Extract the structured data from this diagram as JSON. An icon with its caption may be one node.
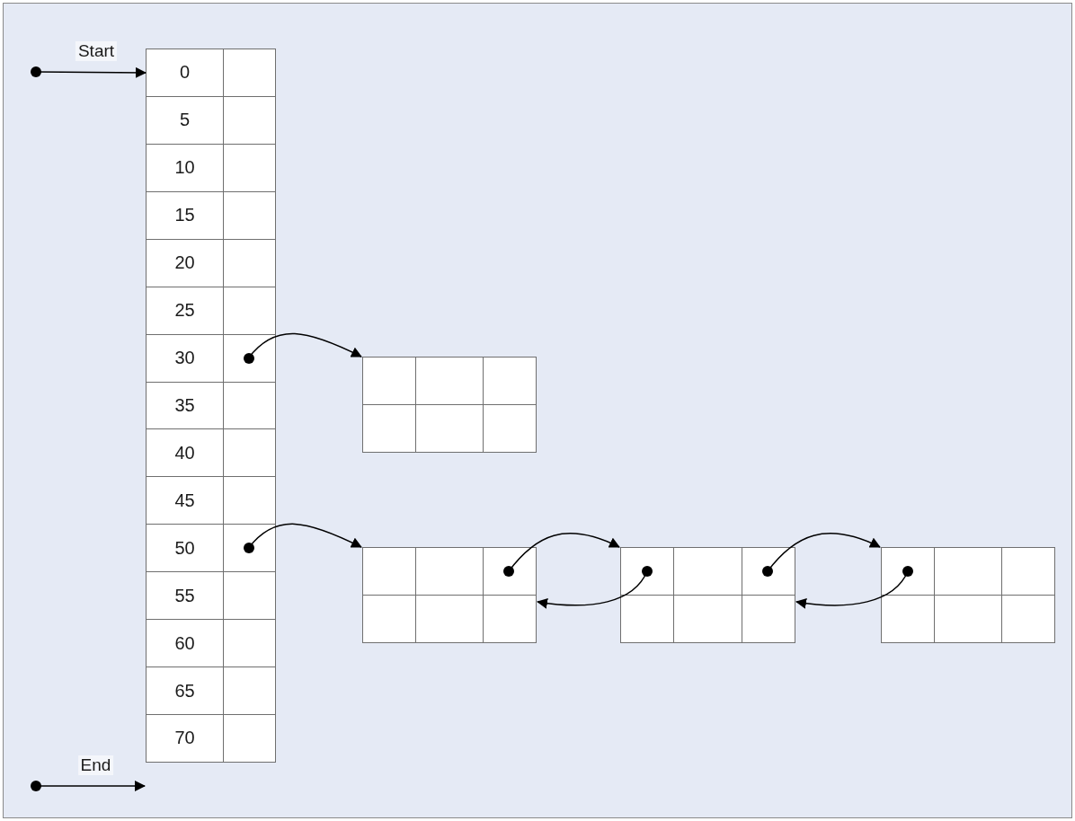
{
  "diagram": {
    "nodes": [
      {
        "text": [],
        "shape": "circle"
      },
      {
        "text": [
          "0"
        ]
      },
      {
        "text": [],
        "shape": "box"
      },
      {
        "text": [
          "5"
        ]
      },
      {
        "text": [],
        "shape": "box"
      },
      {
        "text": [
          "10"
        ]
      },
      {
        "text": [],
        "shape": "box"
      },
      {
        "text": [
          "15"
        ]
      },
      {
        "text": [],
        "shape": "box"
      },
      {
        "text": [
          "20"
        ]
      },
      {
        "text": [],
        "shape": "box"
      },
      {
        "text": [
          "25"
        ]
      },
      {
        "text": [],
        "shape": "box"
      },
      {
        "text": [
          "30"
        ]
      },
      {
        "text": [],
        "shape": "box"
      },
      {
        "text": [
          "35"
        ]
      },
      {
        "text": [],
        "shape": "box"
      },
      {
        "text": [
          "40"
        ]
      },
      {
        "text": [],
        "shape": "box"
      },
      {
        "text": [
          "45"
        ]
      },
      {
        "text": [],
        "shape": "box"
      },
      {
        "text": [
          "50"
        ]
      },
      {
        "text": [],
        "shape": "box"
      },
      {
        "text": [
          "55"
        ]
      },
      {
        "text": [],
        "shape": "box"
      },
      {
        "text": [
          "60"
        ]
      },
      {
        "text": [],
        "shape": "box"
      },
      {
        "text": [
          "65"
        ]
      },
      {
        "text": [],
        "shape": "box"
      },
      {
        "text": [
          "70"
        ]
      },
      {
        "text": [],
        "shape": "box"
      },
      {
        "text": [],
        "shape": "box"
      },
      {
        "text": [],
        "shape": "box"
      },
      {
        "text": [],
        "shape": "box"
      },
      {
        "text": [],
        "shape": "box"
      },
      {
        "text": [],
        "shape": "circle"
      }
    ],
    "edges": [
      {
        "from": 0,
        "to": 1,
        "arrow": "to",
        "label": "Start"
      },
      {
        "from": 14,
        "to": 31,
        "arrow": "to"
      },
      {
        "from": 22,
        "to": 32,
        "arrow": "to"
      },
      {
        "from": 32,
        "to": 33,
        "arrow": "to"
      },
      {
        "from": 33,
        "to": 32,
        "arrow": "to"
      },
      {
        "from": 33,
        "to": 34,
        "arrow": "to"
      },
      {
        "from": 34,
        "to": 33,
        "arrow": "to"
      },
      {
        "from": 35,
        "to": 29,
        "arrow": "to",
        "label": "End"
      }
    ]
  }
}
